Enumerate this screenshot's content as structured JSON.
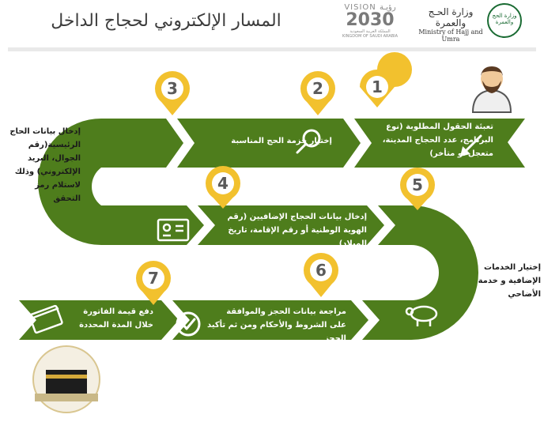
{
  "header": {
    "title": "المسار الإلكتروني لحجاج الداخل",
    "vision_line1": "VISION",
    "vision_arabic": "رؤيـة",
    "vision_year": "2030",
    "vision_line2": "المملكة العربية السعودية",
    "vision_line3": "KINGDOM OF SAUDI ARABIA",
    "ministry_ar": "وزارة الحـج والعمرة",
    "ministry_en": "Ministry of Hajj and Umra",
    "logo_text": "وزارة الحج والعمرة"
  },
  "steps": [
    {
      "number": "1",
      "text": "تعبئة الحقول المطلوبة (نوع البرنامج، عدد الحجاج المدينة، متعجل أو متأخر)",
      "icon": "pencil-icon"
    },
    {
      "number": "2",
      "text": "إختيار حزمة الحج المناسبة",
      "icon": "search-icon"
    },
    {
      "number": "3",
      "text": "إدخال بيانات الحاج الرئيسية(رقم الجوال، البريد الإلكتروني) وذلك لاستلام رمز التحقق",
      "icon": "mobile-phone-icon"
    },
    {
      "number": "4",
      "text": "إدخال بيانات الحجاج الإضافيين (رقم الهوية الوطنية أو رقم الإقامة، تاريخ الميلاد)",
      "icon": "id-card-icon"
    },
    {
      "number": "5",
      "text": "إختيار الخدمات الإضافية و خدمة الأضاحي",
      "icon": "sheep-icon"
    },
    {
      "number": "6",
      "text": "مراجعة بيانات الحجز والموافقة على الشروط والأحكام ومن ثم تأكيد الحجز",
      "icon": "checkmark-icon"
    },
    {
      "number": "7",
      "text": "دفع قيمة الفاتورة خلال المدة المحددة",
      "icon": "credit-card-icon"
    }
  ],
  "colors": {
    "green": "#4e7d1c",
    "yellow": "#f2c12e",
    "number": "#5a5a5a"
  }
}
